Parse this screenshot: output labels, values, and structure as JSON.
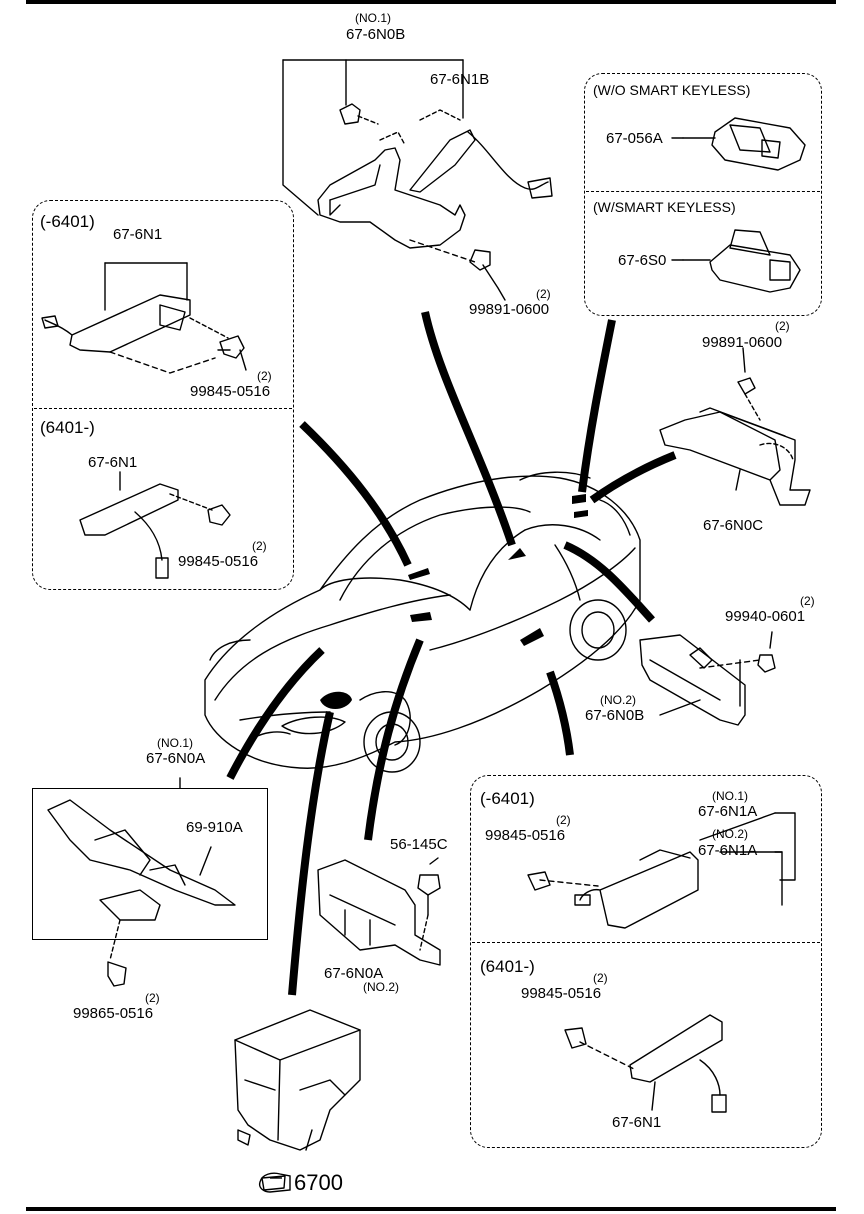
{
  "colors": {
    "ink": "#000000",
    "paper": "#ffffff"
  },
  "labels": {
    "top_no1": "(NO.1)",
    "top_6n0b": "67-6N0B",
    "top_6n1b": "67-6N1B",
    "top_nut_qty": "(2)",
    "top_nut": "99891-0600",
    "wo_smart": "(W/O SMART KEYLESS)",
    "part_056a": "67-056A",
    "w_smart": "(W/SMART KEYLESS)",
    "part_6s0": "67-6S0",
    "left_upper_hdr": "(-6401)",
    "left_upper_6n1": "67-6N1",
    "left_upper_bolt_qty": "(2)",
    "left_upper_bolt": "99845-0516",
    "left_lower_hdr": "(6401-)",
    "left_lower_6n1": "67-6N1",
    "left_lower_bolt_qty": "(2)",
    "left_lower_bolt": "99845-0516",
    "right_nut_qty": "(2)",
    "right_nut": "99891-0600",
    "right_6n0c": "67-6N0C",
    "right_nut2_qty": "(2)",
    "right_nut2": "99940-0601",
    "right_no2": "(NO.2)",
    "right_6n0b": "67-6N0B",
    "front_no1": "(NO.1)",
    "front_6n0a": "67-6N0A",
    "front_69910a": "69-910A",
    "front_bolt_qty": "(2)",
    "front_bolt": "99865-0516",
    "clip_56145c": "56-145C",
    "mid_6n0a": "67-6N0A",
    "mid_no2": "(NO.2)",
    "ref_6700": "6700",
    "br_upper_hdr": "(-6401)",
    "br_upper_bolt_qty": "(2)",
    "br_upper_bolt": "99845-0516",
    "br_no1": "(NO.1)",
    "br_6n1a_1": "67-6N1A",
    "br_no2": "(NO.2)",
    "br_6n1a_2": "67-6N1A",
    "br_lower_hdr": "(6401-)",
    "br_lower_bolt_qty": "(2)",
    "br_lower_bolt": "99845-0516",
    "br_lower_6n1": "67-6N1"
  }
}
